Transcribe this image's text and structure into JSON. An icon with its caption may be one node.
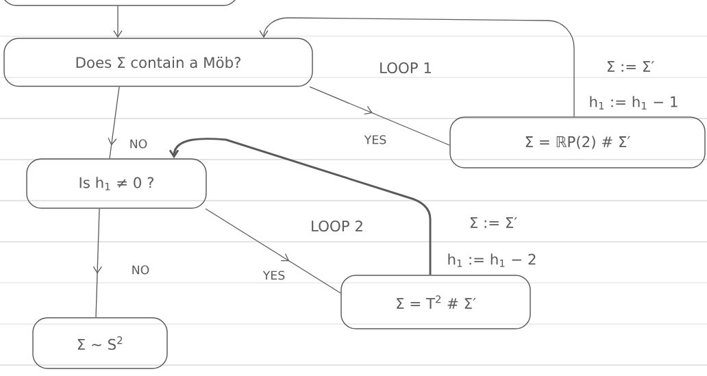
{
  "diagram": {
    "nodes": [
      {
        "text": [],
        "shape": "box"
      },
      {
        "text": [
          "Does Σ contain a Möb?"
        ]
      },
      {
        "text": [
          "Σ = ℝP(2) # Σ′"
        ]
      },
      {
        "text": [
          "Is h$_{1}$ ≠ 0 ?"
        ]
      },
      {
        "text": [
          "Σ = T$^{2}$ # Σ′"
        ]
      },
      {
        "text": [
          "Σ ∼ S$^{2}$"
        ]
      }
    ],
    "edges": [
      {
        "from": 0,
        "to": 1,
        "arrow": "to"
      },
      {
        "from": 1,
        "to": 2,
        "arrow": "to",
        "label": "YES"
      },
      {
        "from": 2,
        "to": 1,
        "arrow": "to"
      },
      {
        "from": 1,
        "to": 3,
        "arrow": "to",
        "label": "NO"
      },
      {
        "from": 3,
        "to": 4,
        "arrow": "to",
        "label": "YES"
      },
      {
        "from": 4,
        "to": 3,
        "arrow": "to",
        "style": "thick"
      },
      {
        "from": 3,
        "to": 5,
        "arrow": "to",
        "label": "NO"
      }
    ],
    "labels": [
      "LOOP 1",
      "Σ := Σ′",
      "h$_{1}$ := h$_{1}$ − 1",
      "LOOP 2",
      "Σ := Σ′",
      "h$_{1}$ := h$_{1}$ − 2"
    ]
  }
}
